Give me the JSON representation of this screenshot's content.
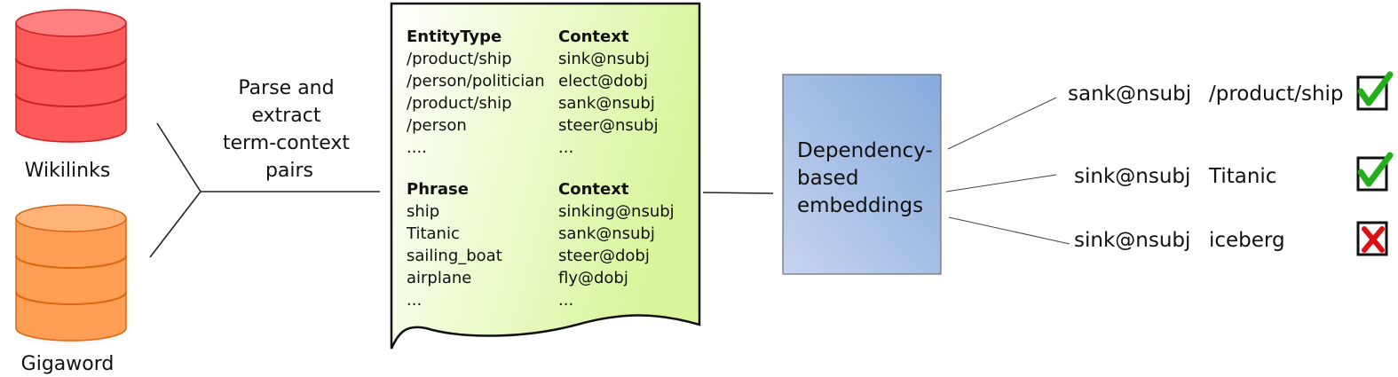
{
  "sources": {
    "top": {
      "label": "Wikilinks",
      "color": "#ff5555"
    },
    "bottom": {
      "label": "Gigaword",
      "color": "#ff9944"
    }
  },
  "process_label": [
    "Parse and",
    "extract",
    "term-context",
    "pairs"
  ],
  "document": {
    "entity_table": {
      "header_left": "EntityType",
      "header_right": "Context",
      "rows": [
        [
          "/product/ship",
          "sink@nsubj"
        ],
        [
          "/person/politician",
          "elect@dobj"
        ],
        [
          "/product/ship",
          "sank@nsubj"
        ],
        [
          "/person",
          "steer@nsubj"
        ],
        [
          "....",
          "..."
        ]
      ]
    },
    "phrase_table": {
      "header_left": "Phrase",
      "header_right": "Context",
      "rows": [
        [
          "ship",
          "sinking@nsubj"
        ],
        [
          "Titanic",
          "sank@nsubj"
        ],
        [
          "sailing_boat",
          "steer@dobj"
        ],
        [
          "airplane",
          "fly@dobj"
        ],
        [
          "...",
          "..."
        ]
      ]
    }
  },
  "embeddings_box": {
    "lines": [
      "Dependency-",
      "based",
      "embeddings"
    ],
    "color": "#9bb8e0"
  },
  "results": [
    {
      "context": "sank@nsubj",
      "term": "/product/ship",
      "status": "check-icon"
    },
    {
      "context": "sink@nsubj",
      "term": "Titanic",
      "status": "check-icon"
    },
    {
      "context": "sink@nsubj",
      "term": "iceberg",
      "status": "cross-icon"
    }
  ]
}
